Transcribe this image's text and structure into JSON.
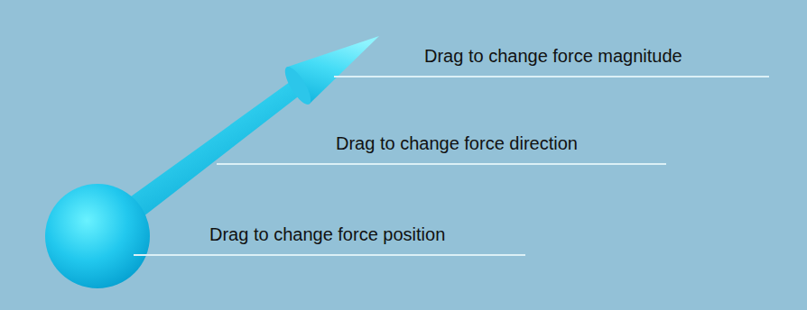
{
  "diagram": {
    "labels": [
      "Drag to change force magnitude",
      "Drag to change force direction",
      "Drag to change force position"
    ]
  }
}
